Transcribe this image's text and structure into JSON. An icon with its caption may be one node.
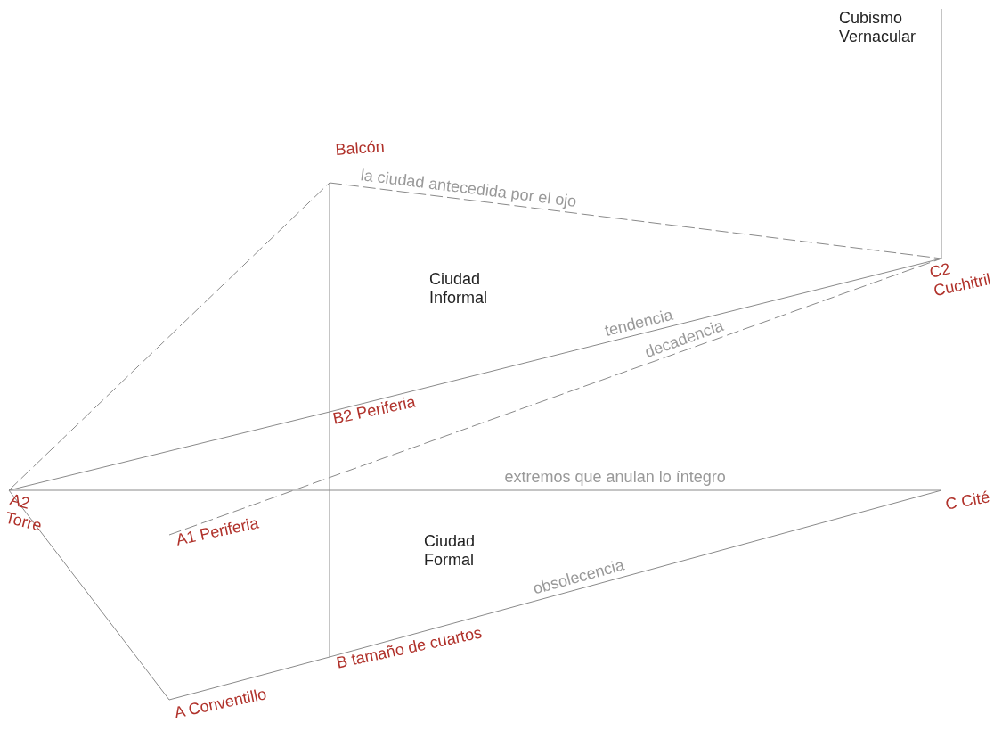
{
  "diagram": {
    "nodes": [
      {
        "text": [
          "Balcón"
        ]
      },
      {
        "text": [
          "C2 Cuchitril"
        ]
      },
      {
        "text": [
          "B2 Periferia"
        ]
      },
      {
        "text": [
          "A2 Torre"
        ]
      },
      {
        "text": [
          "A1 Periferia"
        ]
      },
      {
        "text": [
          "C Cité"
        ]
      },
      {
        "text": [
          "B tamaño de cuartos"
        ]
      },
      {
        "text": [
          "A Conventillo"
        ]
      },
      {
        "text": [
          "Cubismo Vernacular"
        ]
      }
    ],
    "edges": [
      {
        "from": 3,
        "to": 0,
        "arrow": "none",
        "style": "dashed"
      },
      {
        "from": 0,
        "to": 1,
        "arrow": "none",
        "style": "dashed",
        "label": "la ciudad antecedida por el ojo"
      },
      {
        "from": 0,
        "to": 2,
        "arrow": "none"
      },
      {
        "from": 2,
        "to": 6,
        "arrow": "none"
      },
      {
        "from": 3,
        "to": 2,
        "arrow": "none"
      },
      {
        "from": 2,
        "to": 1,
        "arrow": "none",
        "label": "tendencia"
      },
      {
        "from": 4,
        "to": 1,
        "arrow": "none",
        "style": "dashed",
        "label": "decadencia"
      },
      {
        "from": 3,
        "to": 5,
        "arrow": "none",
        "label": "extremos que anulan lo íntegro"
      },
      {
        "from": 3,
        "to": 7,
        "arrow": "none"
      },
      {
        "from": 7,
        "to": 6,
        "arrow": "none"
      },
      {
        "from": 6,
        "to": 5,
        "arrow": "none",
        "label": "obsolecencia"
      },
      {
        "from": 1,
        "to": 8,
        "arrow": "none"
      }
    ],
    "labels": [
      "Ciudad Informal",
      "Ciudad Formal"
    ]
  }
}
